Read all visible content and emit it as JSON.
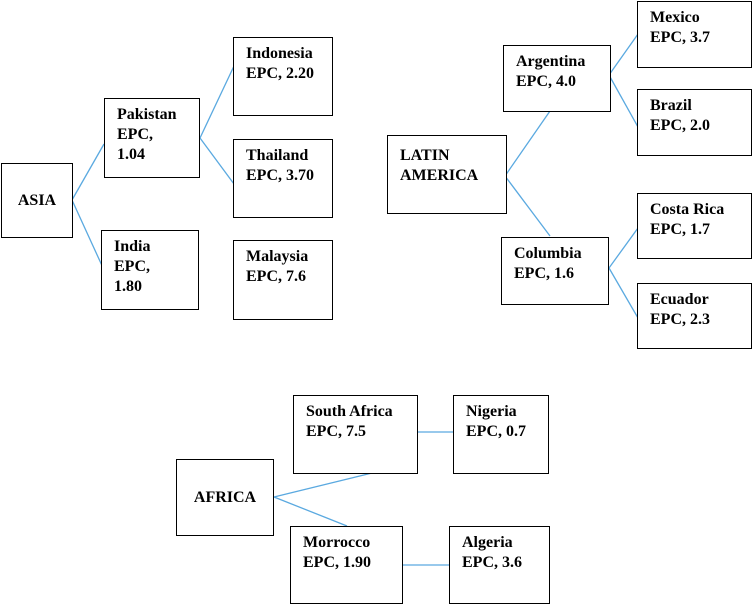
{
  "regions": {
    "asia": {
      "label": "ASIA",
      "pakistan": {
        "name": "Pakistan",
        "line2": "EPC,",
        "line3": "1.04"
      },
      "india": {
        "name": "India",
        "line2": "EPC,",
        "line3": "1.80"
      },
      "indonesia": {
        "name": "Indonesia",
        "epc": "EPC, 2.20"
      },
      "thailand": {
        "name": "Thailand",
        "epc": "EPC, 3.70"
      },
      "malaysia": {
        "name": "Malaysia",
        "epc": "EPC, 7.6"
      }
    },
    "latin_america": {
      "label_line1": "LATIN",
      "label_line2": "AMERICA",
      "argentina": {
        "name": "Argentina",
        "epc": "EPC, 4.0"
      },
      "columbia": {
        "name": "Columbia",
        "epc": "EPC, 1.6"
      },
      "mexico": {
        "name": "Mexico",
        "epc": "EPC, 3.7"
      },
      "brazil": {
        "name": "Brazil",
        "epc": "EPC, 2.0"
      },
      "costa_rica": {
        "name": "Costa Rica",
        "epc": "EPC, 1.7"
      },
      "ecuador": {
        "name": "Ecuador",
        "epc": "EPC, 2.3"
      }
    },
    "africa": {
      "label": "AFRICA",
      "south_africa": {
        "name": "South Africa",
        "epc": "EPC, 7.5"
      },
      "morrocco": {
        "name": "Morrocco",
        "epc": "EPC, 1.90"
      },
      "nigeria": {
        "name": "Nigeria",
        "epc": "EPC, 0.7"
      },
      "algeria": {
        "name": "Algeria",
        "epc": "EPC, 3.6"
      }
    }
  },
  "colors": {
    "connector": "#5aa9e0",
    "border": "#000000"
  }
}
